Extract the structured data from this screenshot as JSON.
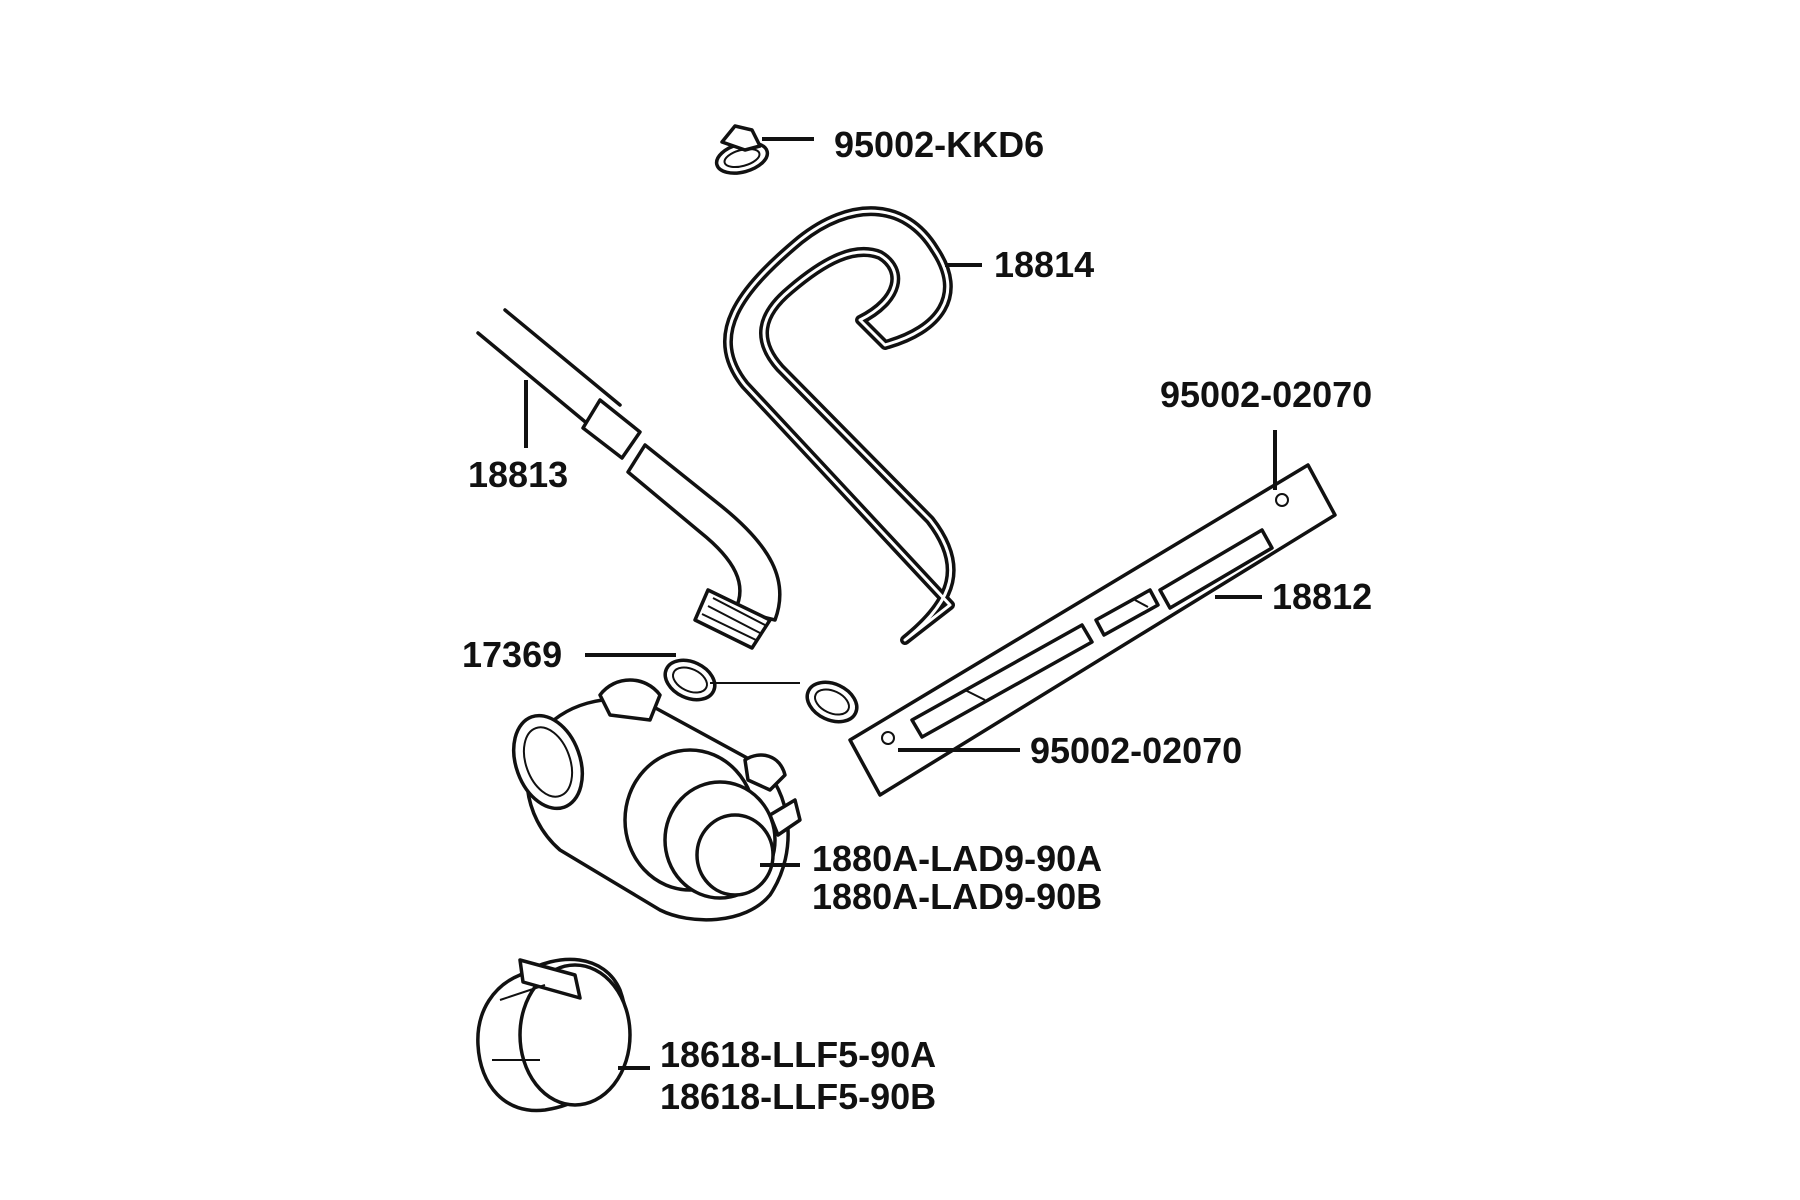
{
  "labels": {
    "clip_top": "95002-KKD6",
    "hose_curved": "18814",
    "hose_left": "18813",
    "clip_upper_right": "95002-02070",
    "tube_assembly": "18812",
    "clamp_pair": "17369",
    "clip_lower_right": "95002-02070",
    "valve_line1": "1880A-LAD9-90A",
    "valve_line2": "1880A-LAD9-90B",
    "cover_line1": "18618-LLF5-90A",
    "cover_line2": "18618-LLF5-90B"
  }
}
